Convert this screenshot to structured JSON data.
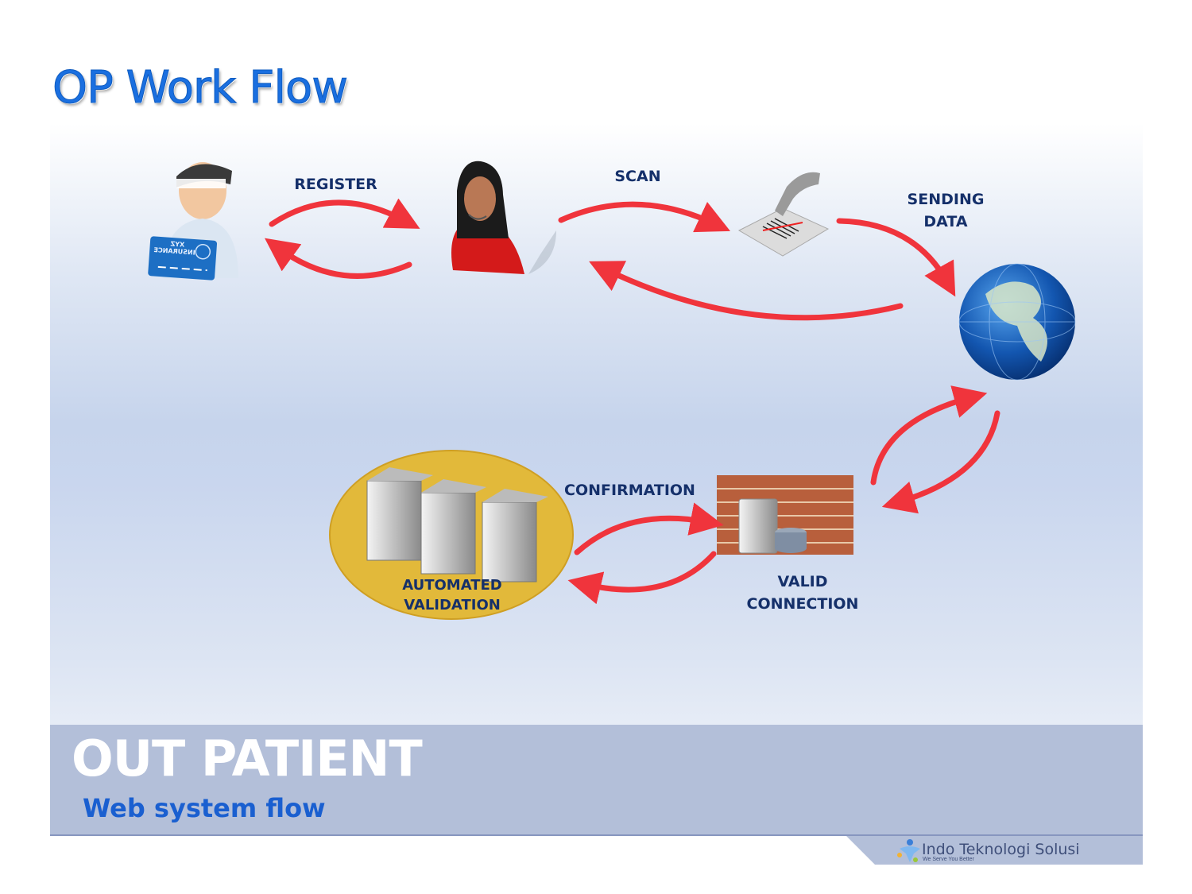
{
  "title": "OP Work Flow",
  "steps": {
    "register": "REGISTER",
    "scan": "SCAN",
    "sending_data": [
      "SENDING",
      "DATA"
    ],
    "confirmation": "CONFIRMATION",
    "valid_connection": [
      "VALID",
      "CONNECTION"
    ],
    "automated_validation": [
      "AUTOMATED",
      "VALIDATION"
    ]
  },
  "insurance_card_text": "XYZ INSURANCE",
  "band": {
    "title": "OUT PATIENT",
    "subtitle": "Web system flow"
  },
  "footer": {
    "company": "Indo Teknologi Solusi",
    "tagline": "We Serve You Better"
  },
  "colors": {
    "title": "#1a6fe0",
    "arrow": "#f0343c",
    "label": "#15306a",
    "band": "#b3bfd9",
    "ellipse": "#e2b93a"
  }
}
